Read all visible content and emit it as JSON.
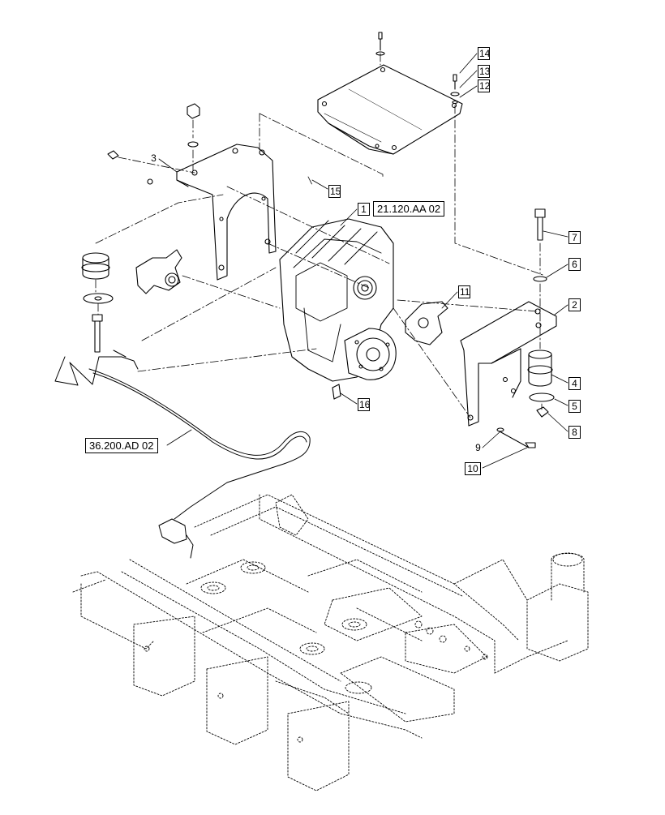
{
  "diagram": {
    "callouts": [
      {
        "id": "1",
        "text": "1"
      },
      {
        "id": "2",
        "text": "2"
      },
      {
        "id": "3",
        "text": "3"
      },
      {
        "id": "4",
        "text": "4"
      },
      {
        "id": "5",
        "text": "5"
      },
      {
        "id": "6",
        "text": "6"
      },
      {
        "id": "7",
        "text": "7"
      },
      {
        "id": "8",
        "text": "8"
      },
      {
        "id": "9",
        "text": "9"
      },
      {
        "id": "10",
        "text": "10"
      },
      {
        "id": "11",
        "text": "11"
      },
      {
        "id": "12",
        "text": "12"
      },
      {
        "id": "13",
        "text": "13"
      },
      {
        "id": "14",
        "text": "14"
      },
      {
        "id": "15",
        "text": "15"
      },
      {
        "id": "16",
        "text": "16"
      }
    ],
    "references": [
      {
        "id": "ref-transmission",
        "text": "21.120.AA 02"
      },
      {
        "id": "ref-harness",
        "text": "36.200.AD 02"
      }
    ]
  }
}
